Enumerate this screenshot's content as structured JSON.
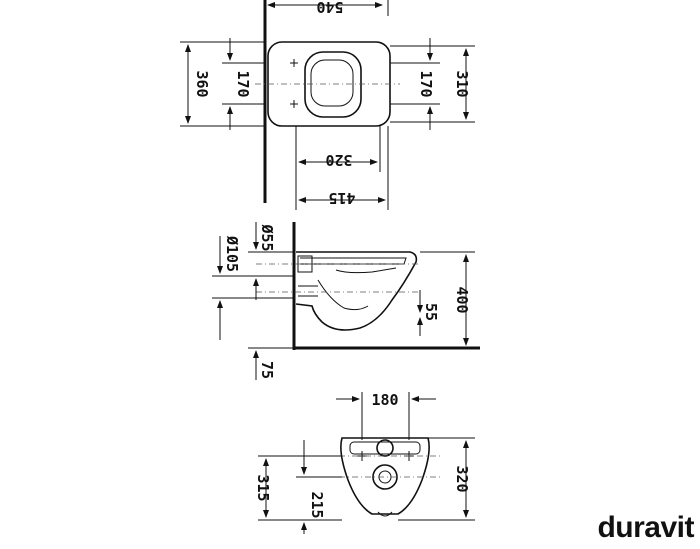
{
  "diagram": {
    "top_view": {
      "dims": {
        "total_depth": "540",
        "width_outer": "360",
        "width_holes_left": "170",
        "width_holes_right": "170",
        "width_right": "310",
        "hole_spacing": "320",
        "projection": "415"
      }
    },
    "side_view": {
      "dims": {
        "height_top": "Ø55",
        "height_top2": "Ø105",
        "floor_height": "400",
        "outlet_height": "55",
        "bottom_offset": "75"
      }
    },
    "rear_view": {
      "dims": {
        "bolt_spacing": "180",
        "height_left_outer": "315",
        "height_left_inner": "215",
        "height_right": "320"
      }
    }
  },
  "brand": {
    "logo_text": "duravit"
  }
}
